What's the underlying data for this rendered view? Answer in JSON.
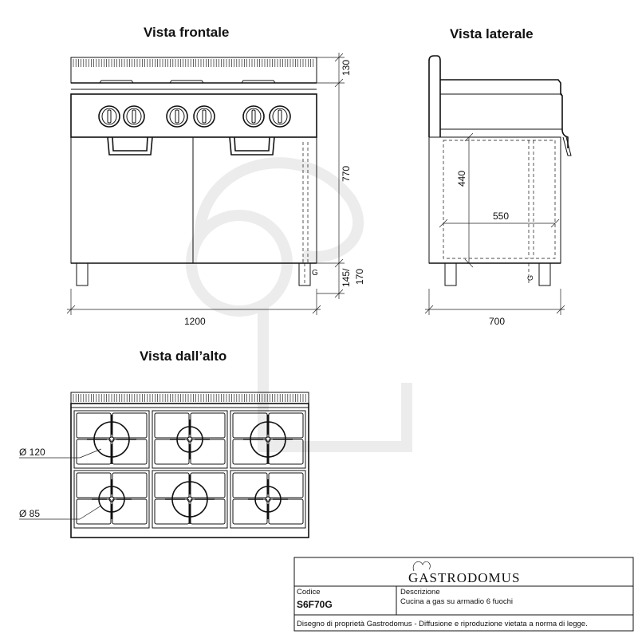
{
  "views": {
    "front_title": "Vista frontale",
    "side_title": "Vista laterale",
    "top_title": "Vista dall’alto"
  },
  "dimensions": {
    "front_top_height": "130",
    "front_body_height": "770",
    "front_leg_height": "145/\n170",
    "front_width": "1200",
    "side_inner_height": "440",
    "side_inner_width": "550",
    "side_depth": "700",
    "gas_mark_front": "G",
    "gas_mark_side": "G",
    "burner_large_dia": "Ø 120",
    "burner_small_dia": "Ø 85"
  },
  "title_block": {
    "brand": "GASTRODOMUS",
    "code_label": "Codice",
    "code": "S6F70G",
    "description_label": "Descrizione",
    "description": "Cucina a gas su armadio 6 fuochi",
    "footer": "Disegno di proprietà Gastrodomus - Diffusione e riproduzione vietata a norma di legge."
  },
  "burners_top_view": {
    "row1": [
      "large",
      "small",
      "large"
    ],
    "row2": [
      "small",
      "large",
      "small"
    ]
  }
}
